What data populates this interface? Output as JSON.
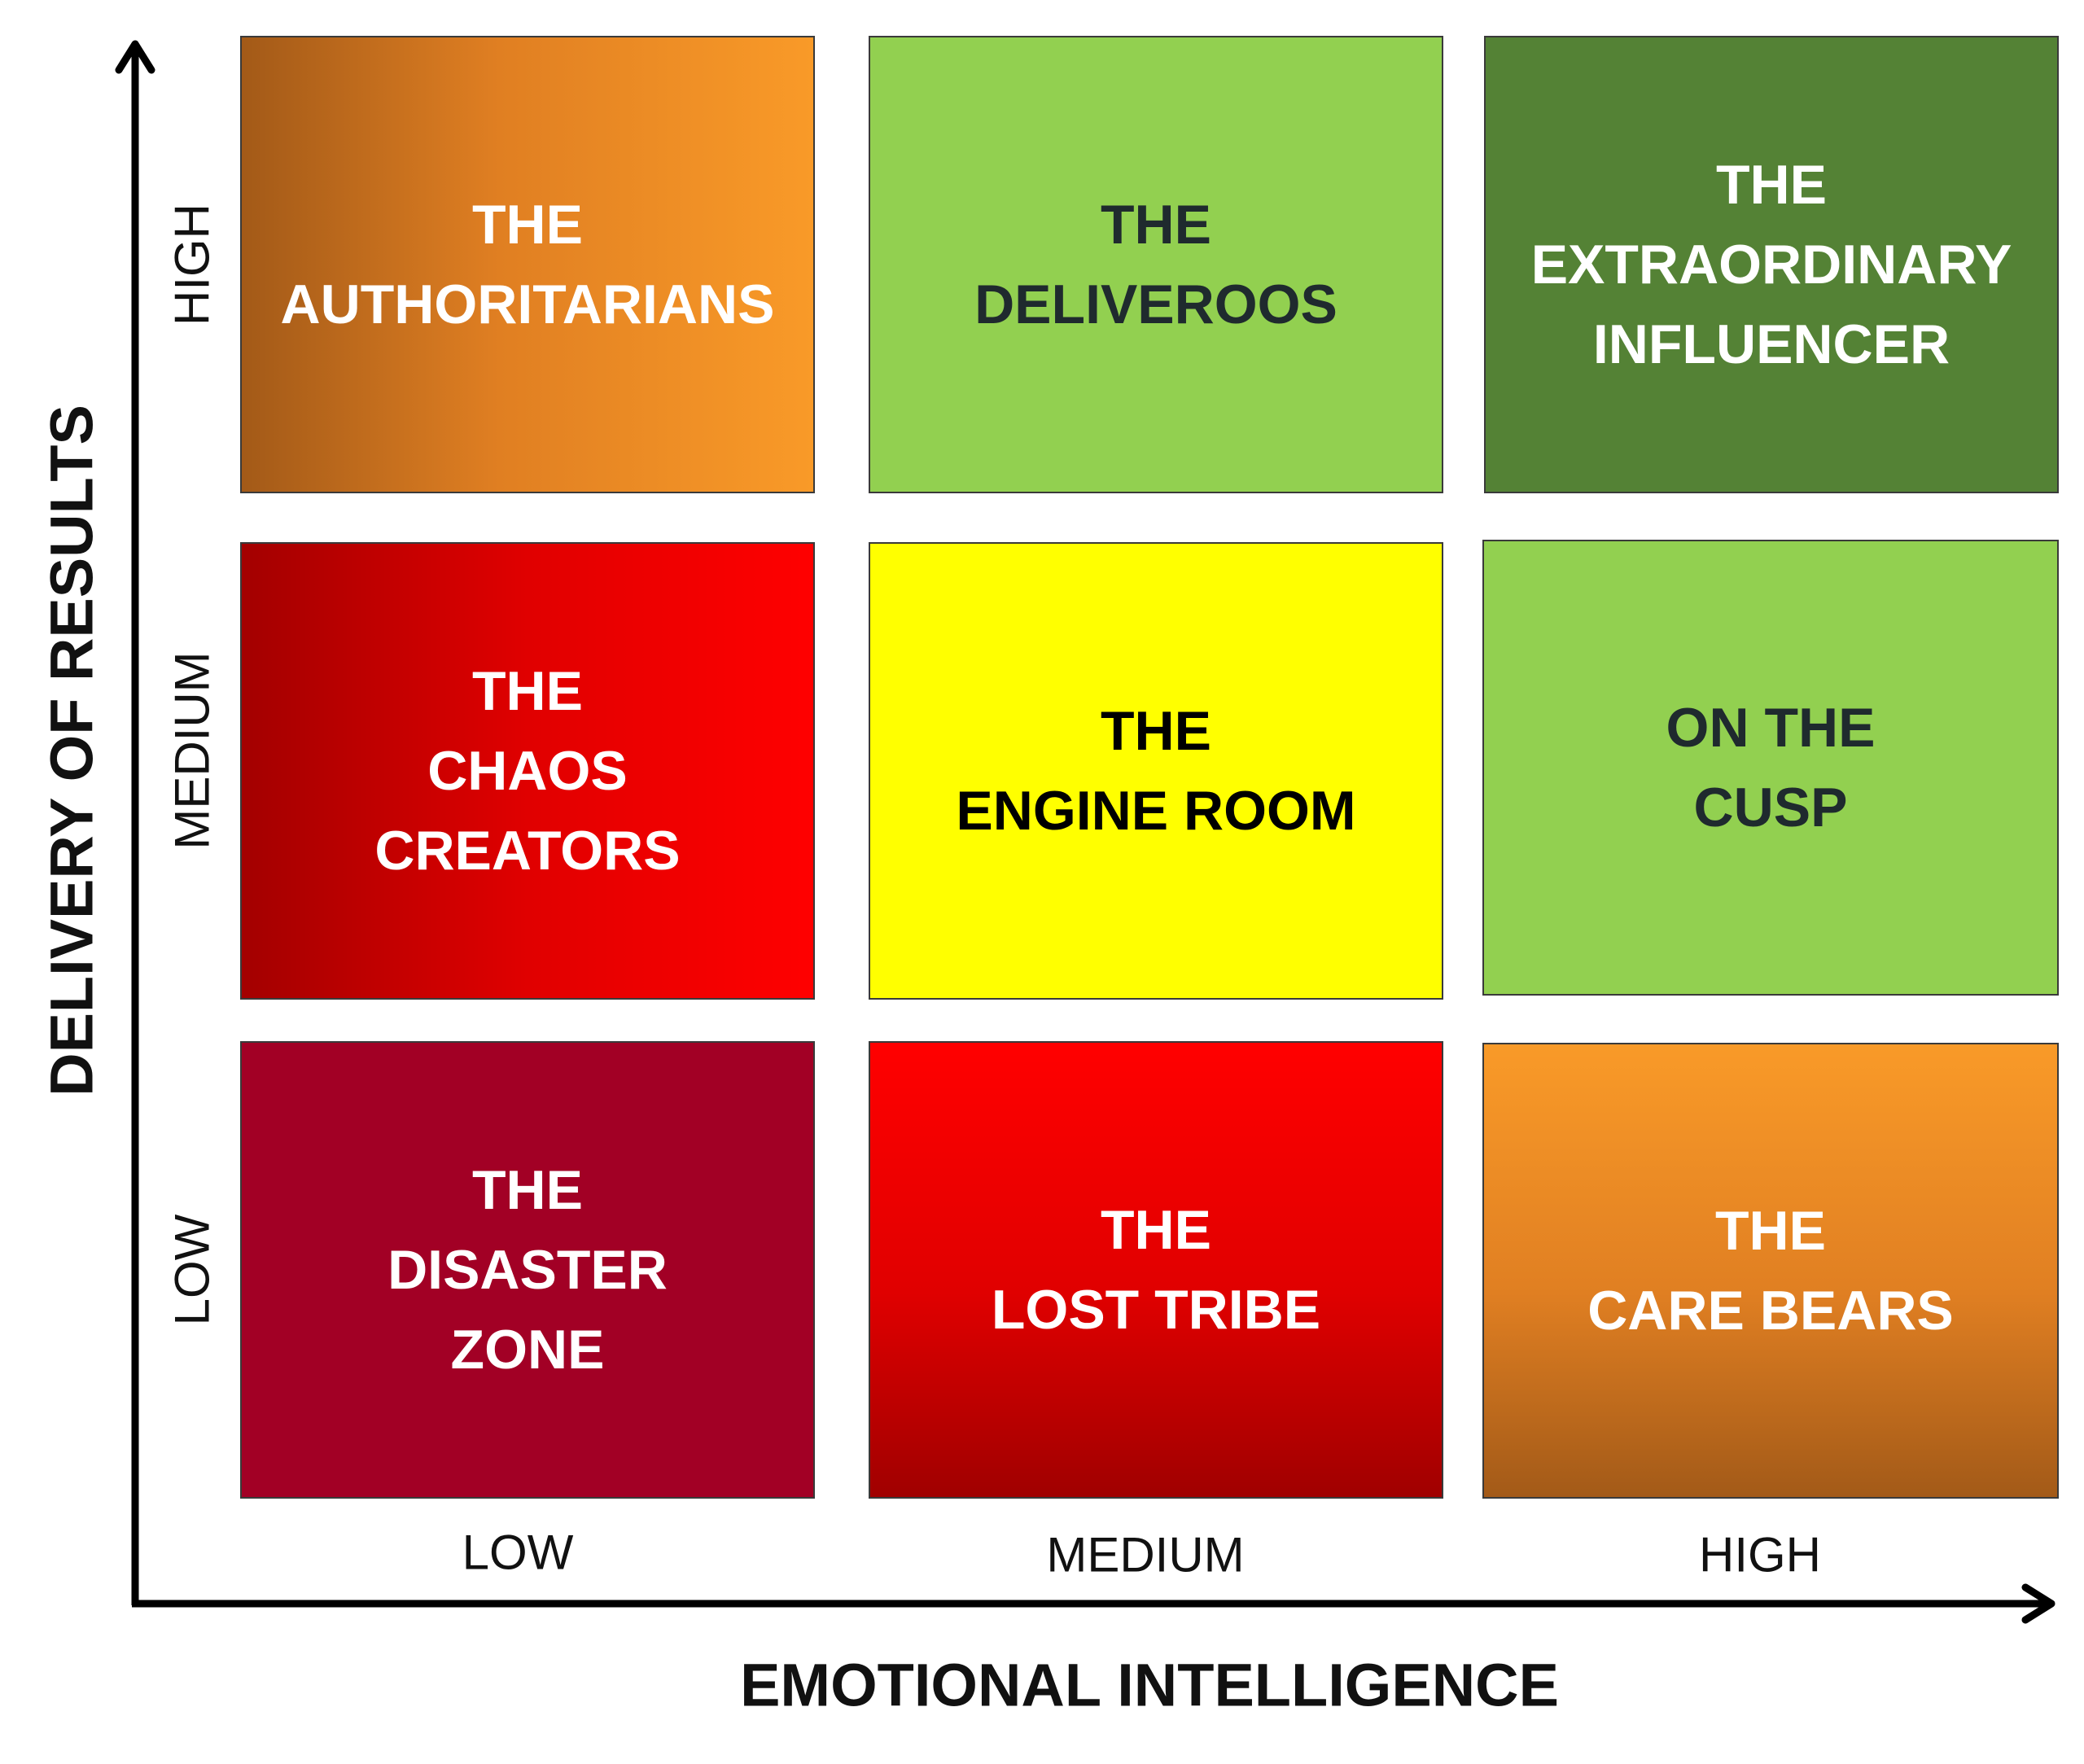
{
  "y_axis": {
    "title": "DELIVERY OF RESULTS",
    "levels": [
      "LOW",
      "MEDIUM",
      "HIGH"
    ]
  },
  "x_axis": {
    "title": "EMOTIONAL INTELLIGENCE",
    "levels": [
      "LOW",
      "MEDIUM",
      "HIGH"
    ]
  },
  "cells": {
    "authoritarians": {
      "lines": [
        "THE",
        "AUTHORITARIANS"
      ],
      "color": "#f99a28"
    },
    "deliveroos": {
      "lines": [
        "THE",
        "DELIVEROOS"
      ],
      "color": "#92d050"
    },
    "extraordinary": {
      "lines": [
        "THE",
        "EXTRAORDINARY",
        "INFLUENCER"
      ],
      "color": "#548235"
    },
    "chaos": {
      "lines": [
        "THE",
        "CHAOS",
        "CREATORS"
      ],
      "color": "#ff0000"
    },
    "engine": {
      "lines": [
        "THE",
        "ENGINE ROOM"
      ],
      "color": "#ffff00"
    },
    "cusp": {
      "lines": [
        "ON THE",
        "CUSP"
      ],
      "color": "#92d050"
    },
    "disaster": {
      "lines": [
        "THE",
        "DISASTER",
        "ZONE"
      ],
      "color": "#a20025"
    },
    "lost": {
      "lines": [
        "THE",
        "LOST TRIBE"
      ],
      "color": "#ff0000"
    },
    "care": {
      "lines": [
        "THE",
        "CARE BEARS"
      ],
      "color": "#f99a28"
    }
  }
}
